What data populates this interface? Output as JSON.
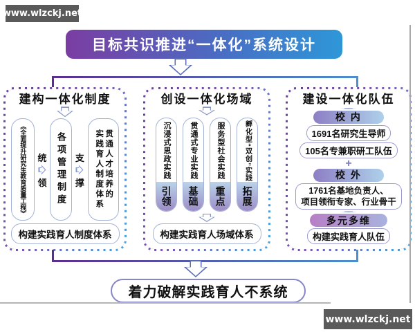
{
  "watermarks": {
    "top_left": "www.wlzckj.net",
    "bottom_right": "www.wlzckj.net"
  },
  "top_banner": "目标共识推进“一体化”系统设计",
  "columns": [
    {
      "title": "建构一体化制度",
      "vertical_boxes": [
        {
          "lines": [
            "《全面提升研究生教育质量工程》"
          ]
        },
        {
          "lines": [
            "各项管理制度"
          ]
        },
        {
          "lines": [
            "贯通人才培养的",
            "实践育人制度体系"
          ]
        }
      ],
      "connectors": [
        {
          "char_top": "统",
          "char_bottom": "领"
        },
        {
          "char_top": "支",
          "char_bottom": "撑"
        }
      ],
      "summary": "构建实践育人制度体系"
    },
    {
      "title": "创设一体化场域",
      "pills": [
        {
          "text": "沉浸式思政实践",
          "tag": "引领"
        },
        {
          "text": "贯通式专业实践",
          "tag": "基础"
        },
        {
          "text": "服务型社会实践",
          "tag": "重点"
        },
        {
          "text": "孵化型“双创”实践",
          "tag": "拓展"
        }
      ],
      "summary": "构建实践育人场域体系"
    },
    {
      "title": "建设一体化队伍",
      "campus_inside_label": "校 内",
      "inside_items": [
        "1691名研究生导师",
        "105名专兼职研工队伍"
      ],
      "plus_sign": "+",
      "campus_outside_label": "校 外",
      "outside_item_lines": [
        "1761名基地负责人、",
        "项目领衔专家、行业骨干"
      ],
      "dimension_label": "多元多维",
      "summary": "构建实践育人队伍"
    }
  ],
  "bottom_banner": "着力破解实践育人不系统",
  "colors": {
    "banner_gradient_start": "#7b3da2",
    "banner_gradient_end": "#2e97d8",
    "dashed_border_start": "#6a3d9a",
    "dashed_border_end": "#45a5e0",
    "bracket_start": "#5c2d91",
    "bracket_end": "#4a90d0",
    "pill_tag_top": "#bad3ea",
    "pill_tag_bottom": "#9c8cc6",
    "campus_pill_start": "#8d7ec4",
    "campus_pill_end": "#aed0ea",
    "dimension_pill_start": "#b77fc5",
    "dimension_pill_end": "#a9b2de",
    "arrow_outline": "#5b6cb8",
    "watermark_bg": "#5a5a5a"
  }
}
